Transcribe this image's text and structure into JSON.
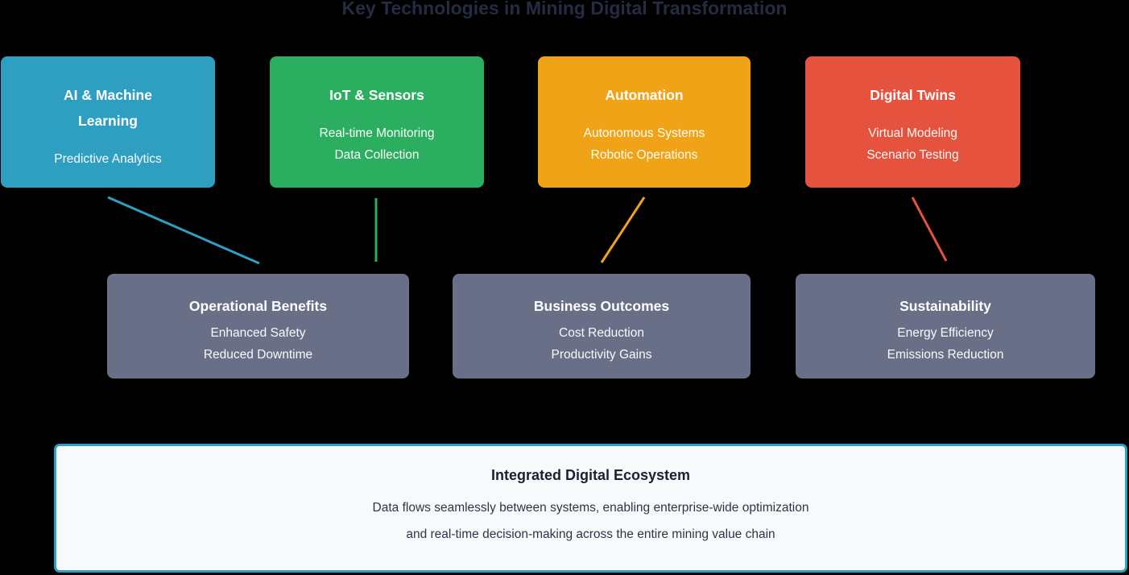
{
  "title": "Key Technologies in Mining Digital Transformation",
  "title_color": "#252B42",
  "technologies": [
    {
      "name": "AI & Machine Learning",
      "features": [
        "Predictive Analytics"
      ],
      "color": "#2E9FC0"
    },
    {
      "name": "IoT & Sensors",
      "features": [
        "Real-time Monitoring",
        "Data Collection"
      ],
      "color": "#2BAE60"
    },
    {
      "name": "Automation",
      "features": [
        "Autonomous Systems",
        "Robotic Operations"
      ],
      "color": "#F1A318"
    },
    {
      "name": "Digital Twins",
      "features": [
        "Virtual Modeling",
        "Scenario Testing"
      ],
      "color": "#E5533F"
    }
  ],
  "outcomes": [
    {
      "name": "Operational Benefits",
      "features": [
        "Enhanced Safety",
        "Reduced Downtime"
      ],
      "color": "#696F87"
    },
    {
      "name": "Business Outcomes",
      "features": [
        "Cost Reduction",
        "Productivity Gains"
      ],
      "color": "#696F87"
    },
    {
      "name": "Sustainability",
      "features": [
        "Energy Efficiency",
        "Emissions Reduction"
      ],
      "color": "#696F87"
    }
  ],
  "connections": [
    {
      "from": "ai-machine-learning",
      "to": "operational-benefits",
      "color": "#2E9FC0"
    },
    {
      "from": "iot-sensors",
      "to": "operational-benefits",
      "color": "#2BAE60"
    },
    {
      "from": "automation",
      "to": "business-outcomes",
      "color": "#F1A318"
    },
    {
      "from": "digital-twins",
      "to": "sustainability",
      "color": "#E5533F"
    }
  ],
  "ecosystem": {
    "title": "Integrated Digital Ecosystem",
    "description_line1": "Data flows seamlessly between systems, enabling enterprise-wide optimization",
    "description_line2": "and real-time decision-making across the entire mining value chain",
    "border_color": "#2E9FC0",
    "background": "#F7F9FB"
  }
}
